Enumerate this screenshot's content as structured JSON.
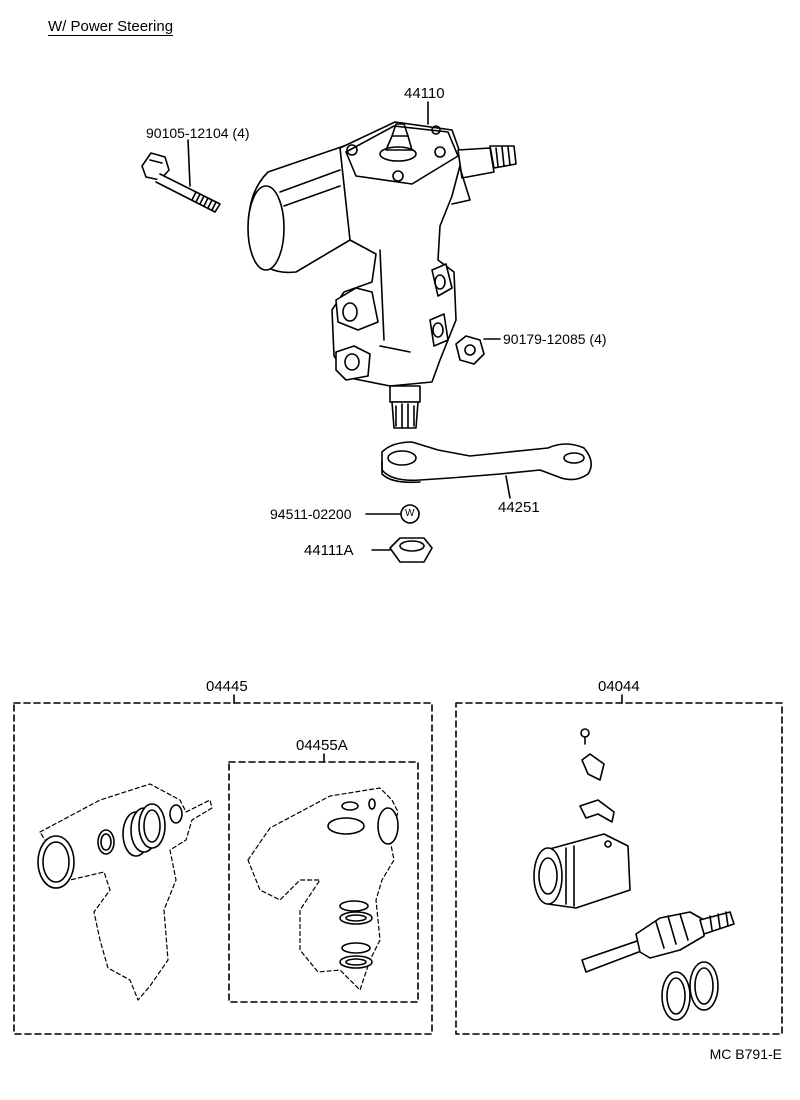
{
  "header": {
    "title": "W/ Power Steering"
  },
  "parts": {
    "gear_box": "44110",
    "bolt": "90105-12104 (4)",
    "nut_flange": "90179-12085 (4)",
    "pitman_arm": "44251",
    "washer": "94511-02200",
    "washer_mark": "W",
    "nut": "44111A"
  },
  "kits": {
    "gasket_kit": "04445",
    "seal_kit": "04455A",
    "valve_kit": "04044"
  },
  "footer": {
    "code": "MC  B791-E"
  }
}
